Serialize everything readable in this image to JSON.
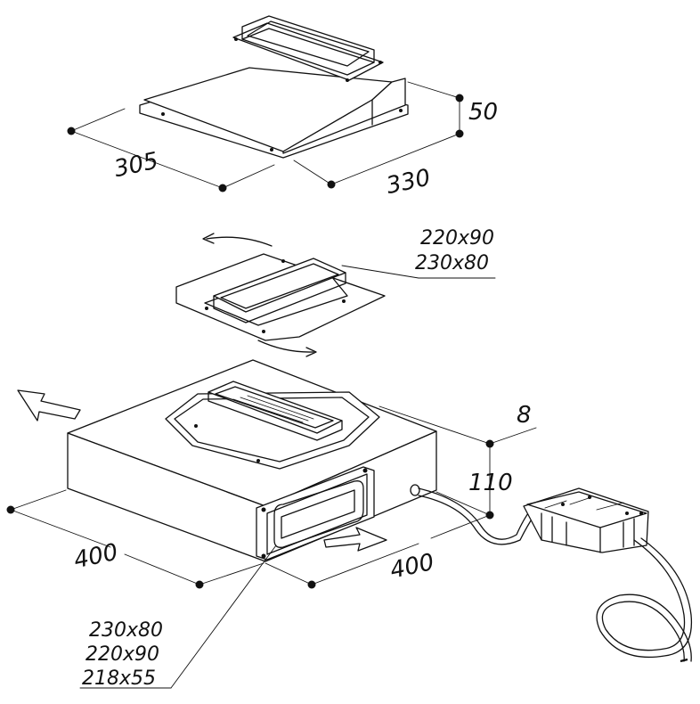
{
  "top_hood": {
    "dim_width": "305",
    "dim_depth": "330",
    "dim_height": "50"
  },
  "adapter_plate": {
    "size_a": "220x90",
    "size_b": "230x80"
  },
  "main_box": {
    "dim_gap": "8",
    "dim_height": "110",
    "dim_width": "400",
    "dim_depth": "400",
    "outlet_a": "230x80",
    "outlet_b": "220x90",
    "outlet_c": "218x55"
  }
}
